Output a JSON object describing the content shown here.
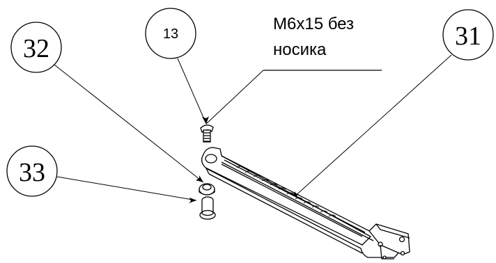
{
  "callouts": {
    "c31": "31",
    "c32": "32",
    "c33": "33",
    "c13": "13"
  },
  "note": {
    "line1": "М6х15 без",
    "line2": "носика"
  }
}
